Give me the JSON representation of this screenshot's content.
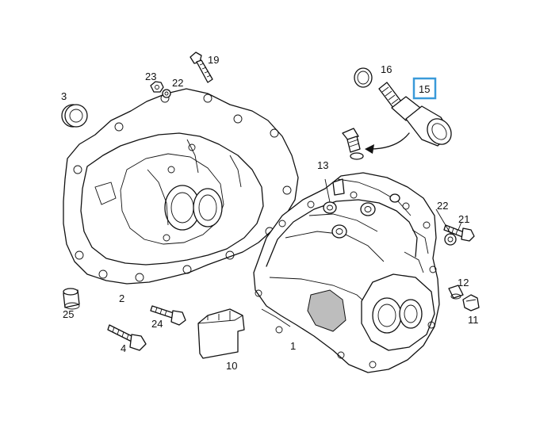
{
  "callouts": {
    "c1": "1",
    "c2": "2",
    "c3": "3",
    "c4": "4",
    "c10": "10",
    "c11": "11",
    "c12": "12",
    "c13": "13",
    "c15": "15",
    "c16": "16",
    "c19": "19",
    "c21": "21",
    "c22a": "22",
    "c22b": "22",
    "c23": "23",
    "c24": "24",
    "c25": "25"
  },
  "highlight": {
    "part": "15",
    "color": "#3a9ad9"
  }
}
